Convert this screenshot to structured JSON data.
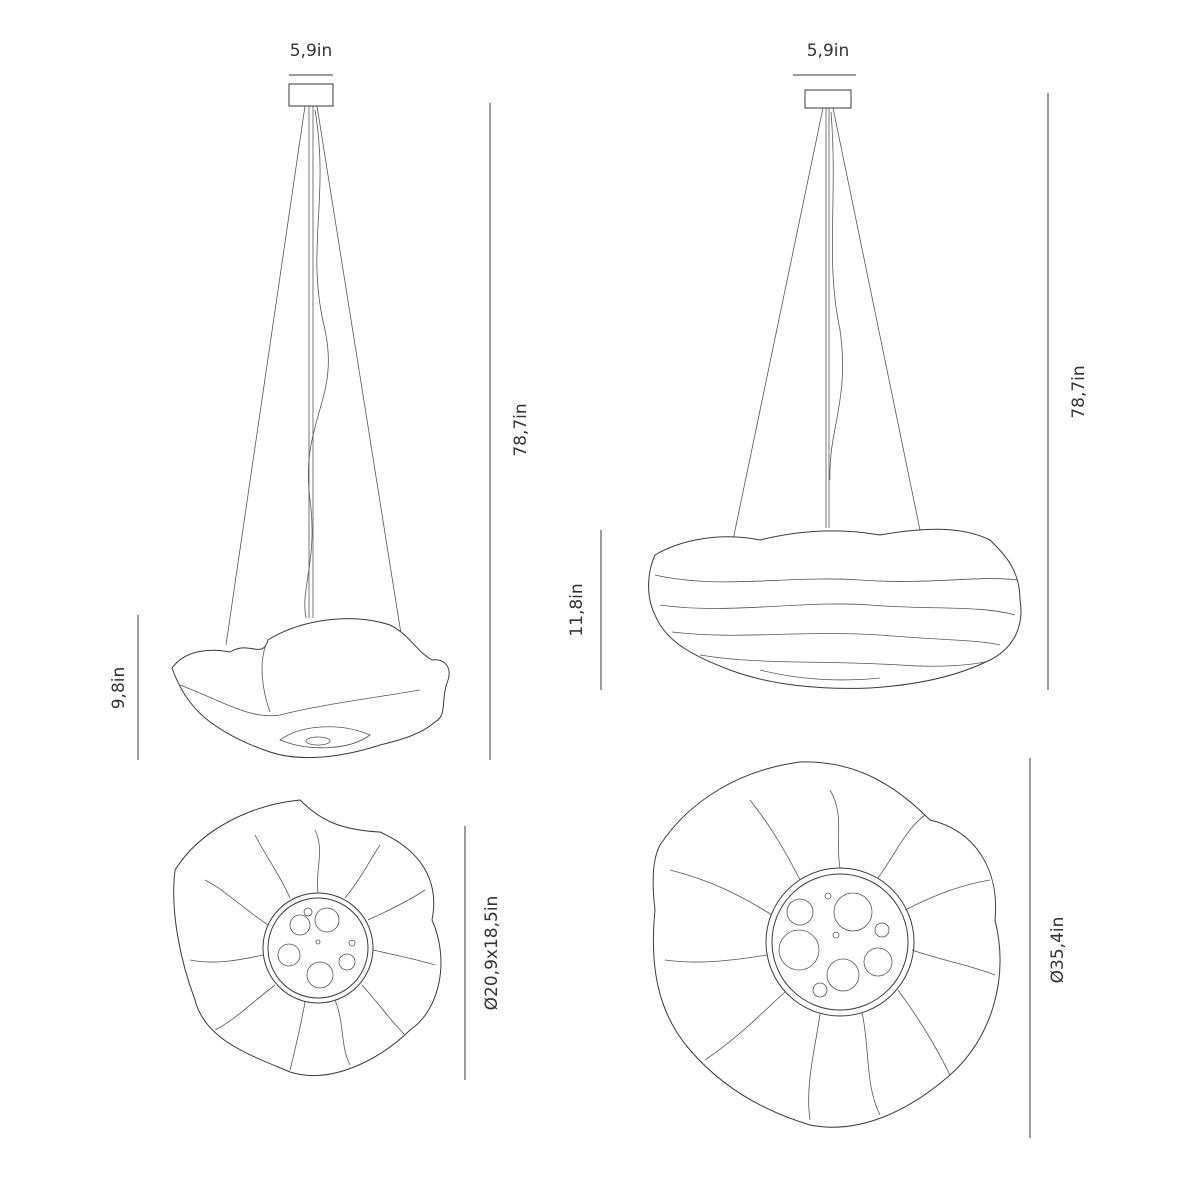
{
  "left_lamp": {
    "canopy_width": "5,9in",
    "total_height": "78,7in",
    "shade_height": "9,8in",
    "diameter": "Ø20,9x18,5in"
  },
  "right_lamp": {
    "canopy_width": "5,9in",
    "total_height": "78,7in",
    "shade_height": "11,8in",
    "diameter": "Ø35,4in"
  },
  "colors": {
    "line": "#3a3a3a",
    "text": "#333333",
    "background": "#ffffff"
  }
}
